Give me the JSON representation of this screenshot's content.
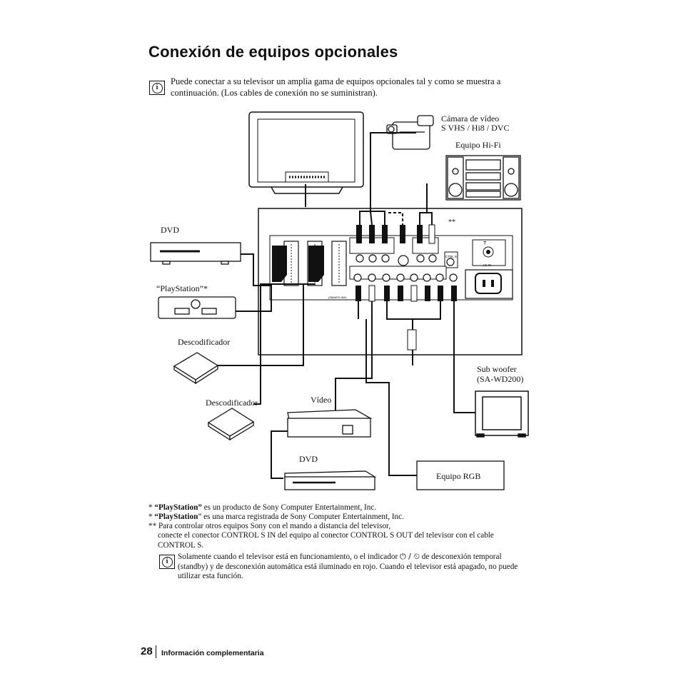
{
  "title": "Conexión de equipos opcionales",
  "intro": "Puede conectar a su televisor un amplia gama de equipos opcionales tal y como se muestra a continuación. (Los cables de conexión no se suministran).",
  "labels": {
    "camera": "Cámara de vídeo",
    "camera_formats": "S VHS / Hi8 / DVC",
    "hifi": "Equipo Hi-Fi",
    "dvd_top": "DVD",
    "playstation": "“PlayStation”*",
    "decoder_1": "Descodificador",
    "decoder_2": "Descodificador",
    "video": "Vídeo",
    "dvd_bottom": "DVD",
    "subwoofer": "Sub woofer",
    "subwoofer_model": "(SA-WD200)",
    "rgb": "Equipo RGB",
    "double_star": "**"
  },
  "panel_labels": {
    "ctrl_s": "CTRL S",
    "ac_in": "AC IN",
    "smartlink": "(SMARTLINK)"
  },
  "footnotes": {
    "f1_bold": "“PlayStation”",
    "f1_rest": " es un producto de Sony Computer Entertainment, Inc.",
    "f2_bold": "“PlayStation",
    "f2_rest": "” es una marca registrada de Sony Computer Entertainment, Inc.",
    "f3_line1": "** Para controlar otros equipos Sony con el mando a distancia del televisor,",
    "f3_line2": "conecte el conector CONTROL S IN del equipo al conector CONTROL S OUT del televisor con el cable CONTROL S.",
    "note_a": "Solamente cuando el televisor está en funcionamiento, o el indicador",
    "note_b": "de desconexión temporal (standby) y de desconexión automática está iluminado en rojo. Cuando el televisor está apagado, no puede utilizar esta función."
  },
  "footer": {
    "page_number": "28",
    "section": "Información complementaria"
  }
}
